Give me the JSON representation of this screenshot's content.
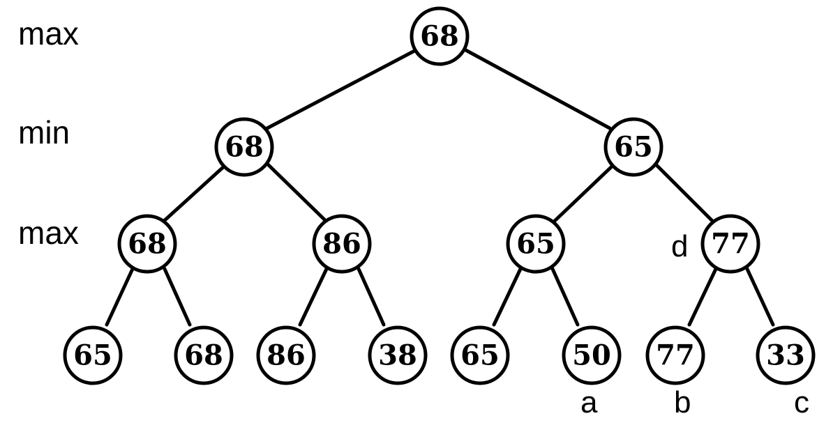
{
  "level_labels": [
    "max",
    "min",
    "max"
  ],
  "tree": {
    "root": {
      "value": "68"
    },
    "level1": [
      {
        "value": "68"
      },
      {
        "value": "65"
      }
    ],
    "level2": [
      {
        "value": "68"
      },
      {
        "value": "86"
      },
      {
        "value": "65"
      },
      {
        "value": "77"
      }
    ],
    "leaves": [
      {
        "value": "65"
      },
      {
        "value": "68"
      },
      {
        "value": "86"
      },
      {
        "value": "38"
      },
      {
        "value": "65"
      },
      {
        "value": "50"
      },
      {
        "value": "77"
      },
      {
        "value": "33"
      }
    ]
  },
  "annotations": {
    "a": "a",
    "b": "b",
    "c": "c",
    "d": "d"
  }
}
